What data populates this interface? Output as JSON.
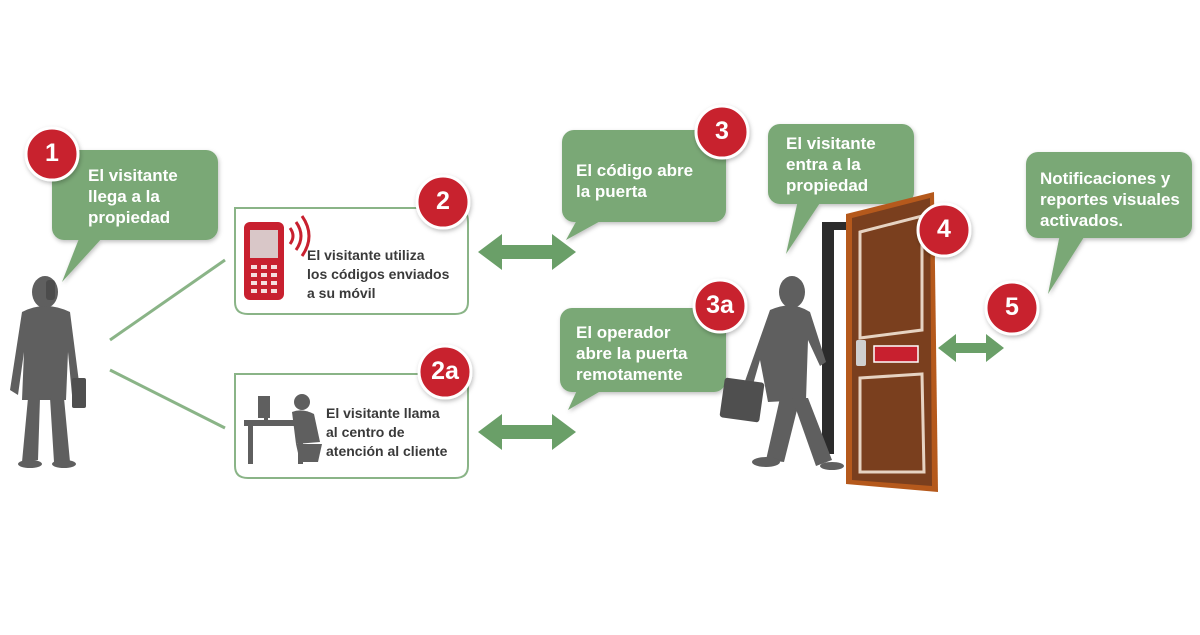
{
  "steps": {
    "s1": {
      "badge": "1",
      "text": "El visitante\nllega a la\npropiedad"
    },
    "s2": {
      "badge": "2",
      "text": "El visitante utiliza\nlos códigos enviados\na su móvil"
    },
    "s2a": {
      "badge": "2a",
      "text": "El visitante llama\nal centro de\natención al cliente"
    },
    "s3": {
      "badge": "3",
      "text": "El código abre\nla puerta"
    },
    "s3a": {
      "badge": "3a",
      "text": "El operador\nabre la puerta\nremotamente"
    },
    "s4": {
      "badge": "4",
      "text": "El visitante\nentra a la\npropiedad"
    },
    "s5": {
      "badge": "5",
      "text": "Notificaciones y\nreportes visuales\nactivados."
    }
  },
  "icons": [
    "person-phone-icon",
    "mobile-phone-icon",
    "call-center-icon",
    "person-entering-icon",
    "door-icon",
    "double-arrow-icon"
  ],
  "colors": {
    "bubble_green": "#7aa876",
    "badge_red": "#c8202f",
    "figure_gray": "#5f5f5f",
    "door_brown": "#7a3f1e",
    "arrow_green": "#6a9f68"
  }
}
